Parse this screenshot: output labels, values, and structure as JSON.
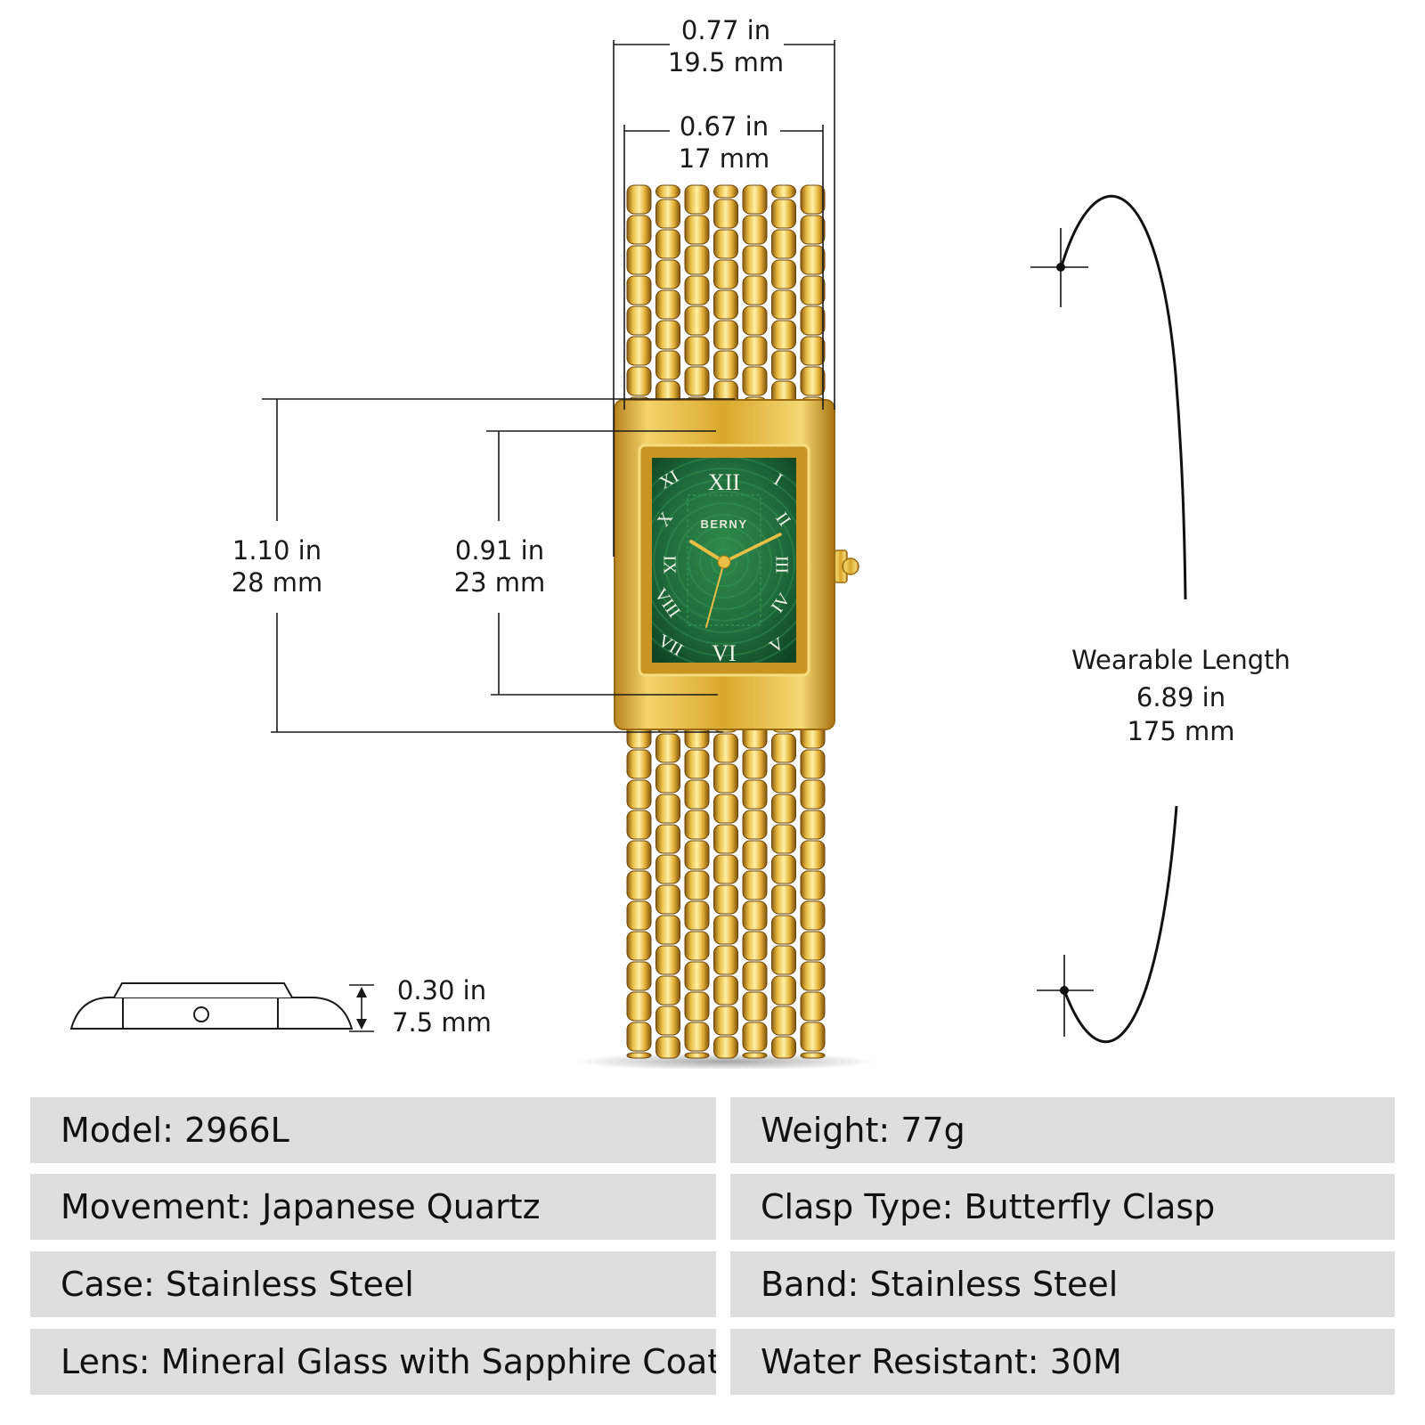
{
  "dimensions": {
    "case_width": {
      "in": "0.77 in",
      "mm": "19.5 mm"
    },
    "dial_width": {
      "in": "0.67 in",
      "mm": "17 mm"
    },
    "case_length": {
      "in": "1.10 in",
      "mm": "28 mm"
    },
    "dial_length": {
      "in": "0.91 in",
      "mm": "23 mm"
    },
    "thickness": {
      "in": "0.30 in",
      "mm": "7.5 mm"
    },
    "wearable_length": {
      "label": "Wearable Length",
      "in": "6.89 in",
      "mm": "175 mm"
    }
  },
  "dial": {
    "brand": "BERNY",
    "numerals": [
      "XII",
      "I",
      "II",
      "III",
      "IV",
      "V",
      "VI",
      "VII",
      "VIII",
      "IX",
      "X",
      "XI"
    ],
    "dial_color": "#1f6b3a",
    "gold_color": "#d9a72c"
  },
  "specs": {
    "left": [
      "Model: 2966L",
      "Movement: Japanese Quartz",
      "Case: Stainless Steel",
      "Lens: Mineral Glass with Sapphire Coating"
    ],
    "right": [
      "Weight: 77g",
      "Clasp Type: Butterfly Clasp",
      "Band: Stainless Steel",
      "Water Resistant: 30M"
    ]
  }
}
